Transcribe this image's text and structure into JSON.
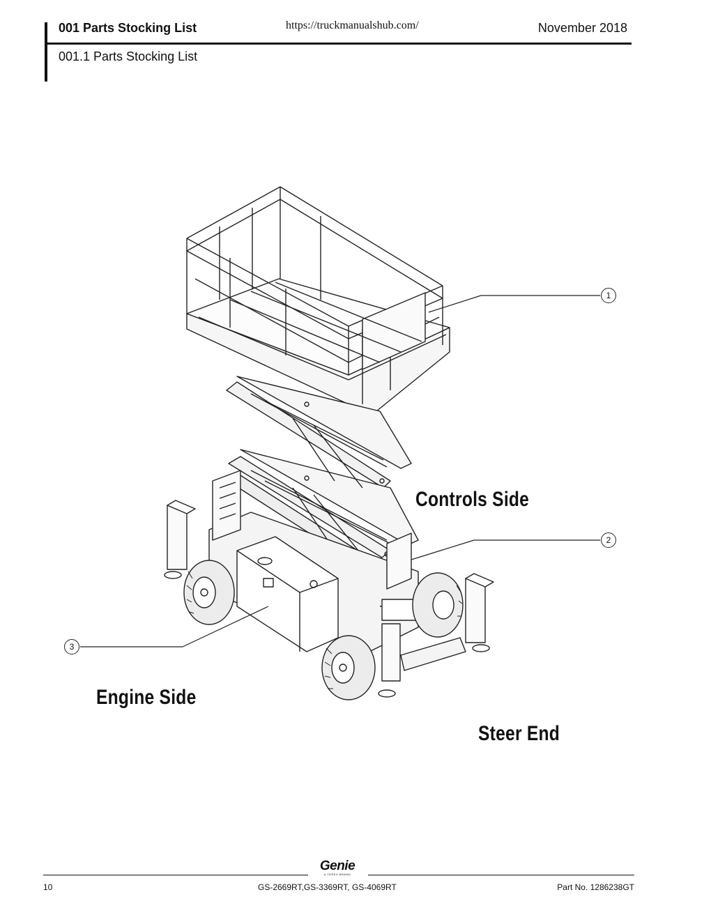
{
  "header": {
    "title": "001 Parts Stocking List",
    "url": "https://truckmanualshub.com/",
    "date": "November 2018",
    "subtitle": "001.1 Parts Stocking List"
  },
  "figure": {
    "labels": {
      "controls_side": "Controls Side",
      "engine_side": "Engine Side",
      "steer_end": "Steer End"
    },
    "callouts": [
      "1",
      "2",
      "3"
    ]
  },
  "footer": {
    "logo": "Genie",
    "logo_tagline": "A TEREX BRAND",
    "page_number": "10",
    "models": "GS-2669RT,GS-3369RT, GS-4069RT",
    "part_number": "Part No. 1286238GT"
  }
}
